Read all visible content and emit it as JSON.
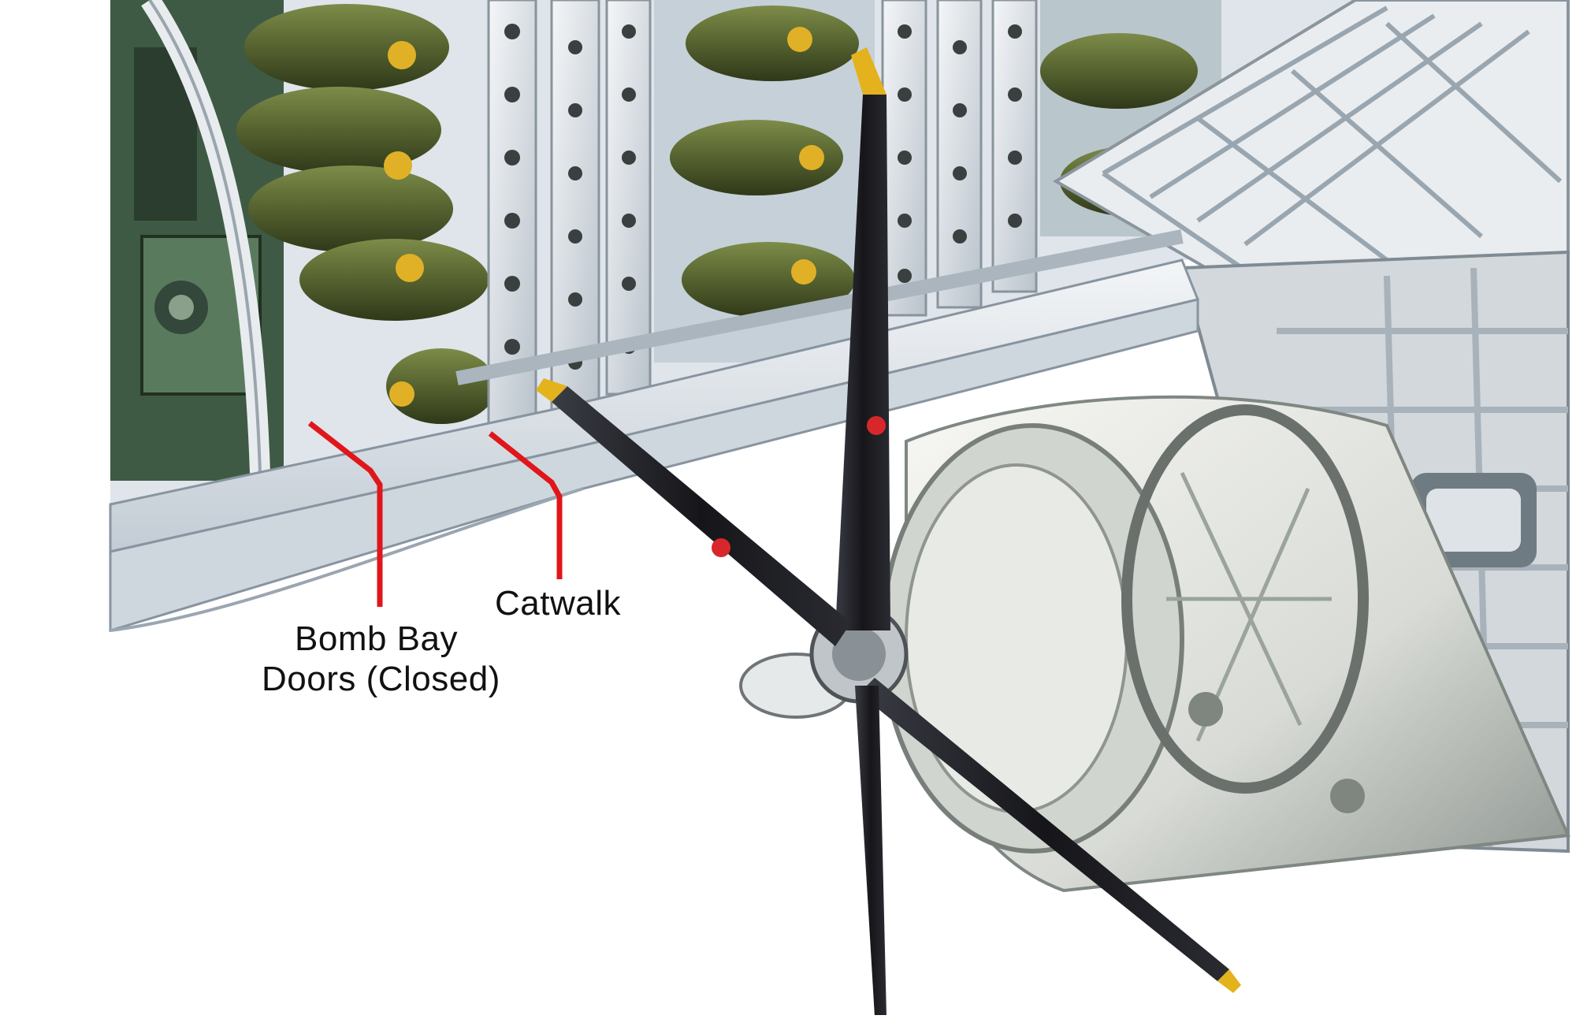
{
  "labels": {
    "bomb_bay_line1": "Bomb Bay",
    "bomb_bay_line2": "Doors (Closed)",
    "catwalk": "Catwalk"
  },
  "colors": {
    "leader_line": "#e0161b",
    "propeller_blade": "#1b1b1f",
    "propeller_tip": "#e3b21d",
    "bomb_body": "#5c6b34",
    "airframe": "#e3e6ea",
    "shadow": "#9aa4ae"
  },
  "icons": {
    "illustration": "b24-cutaway-bomb-bay-illustration"
  }
}
